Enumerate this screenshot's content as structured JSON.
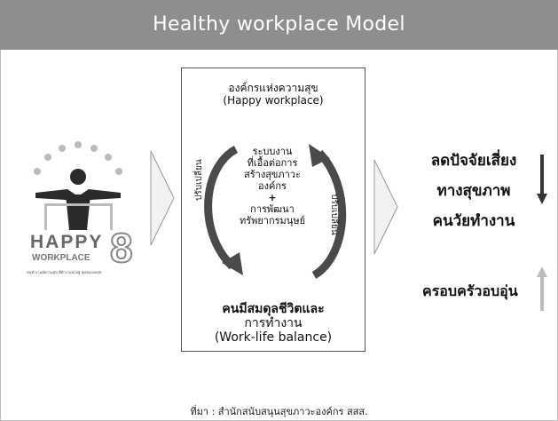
{
  "header": {
    "title": "Healthy workplace Model"
  },
  "logo": {
    "brand": "HAPPY",
    "sub": "WORKPLACE",
    "num": "8",
    "caption": "คนทำงานมีความสุข ที่ทำงานน่าอยู่ ชุมชนสงบสุข"
  },
  "center": {
    "top_th": "องค์กรแห่งความสุข",
    "top_en": "(Happy workplace)",
    "mid": [
      "ระบบงาน",
      "ที่เอื้อต่อการ",
      "สร้างสุขภาวะ",
      "องค์กร",
      "+",
      "การพัฒนา",
      "ทรัพยากรมนุษย์"
    ],
    "arrow_left_label": "ปรับเปลี่ยน",
    "arrow_right_label": "ปรับเปลี่ยน",
    "bottom_th1": "คนมีสมดุลชีวิตและ",
    "bottom_th2": "การทำงาน",
    "bottom_en": "(Work-life balance)"
  },
  "right": {
    "lines": [
      "ลดปัจจัยเสี่ยง",
      "ทางสุขภาพ",
      "คนวัยทำงาน"
    ],
    "family": "ครอบครัวอบอุ่น"
  },
  "source": "ที่มา : สำนักสนับสนุนสุขภาวะองค์กร สสส."
}
